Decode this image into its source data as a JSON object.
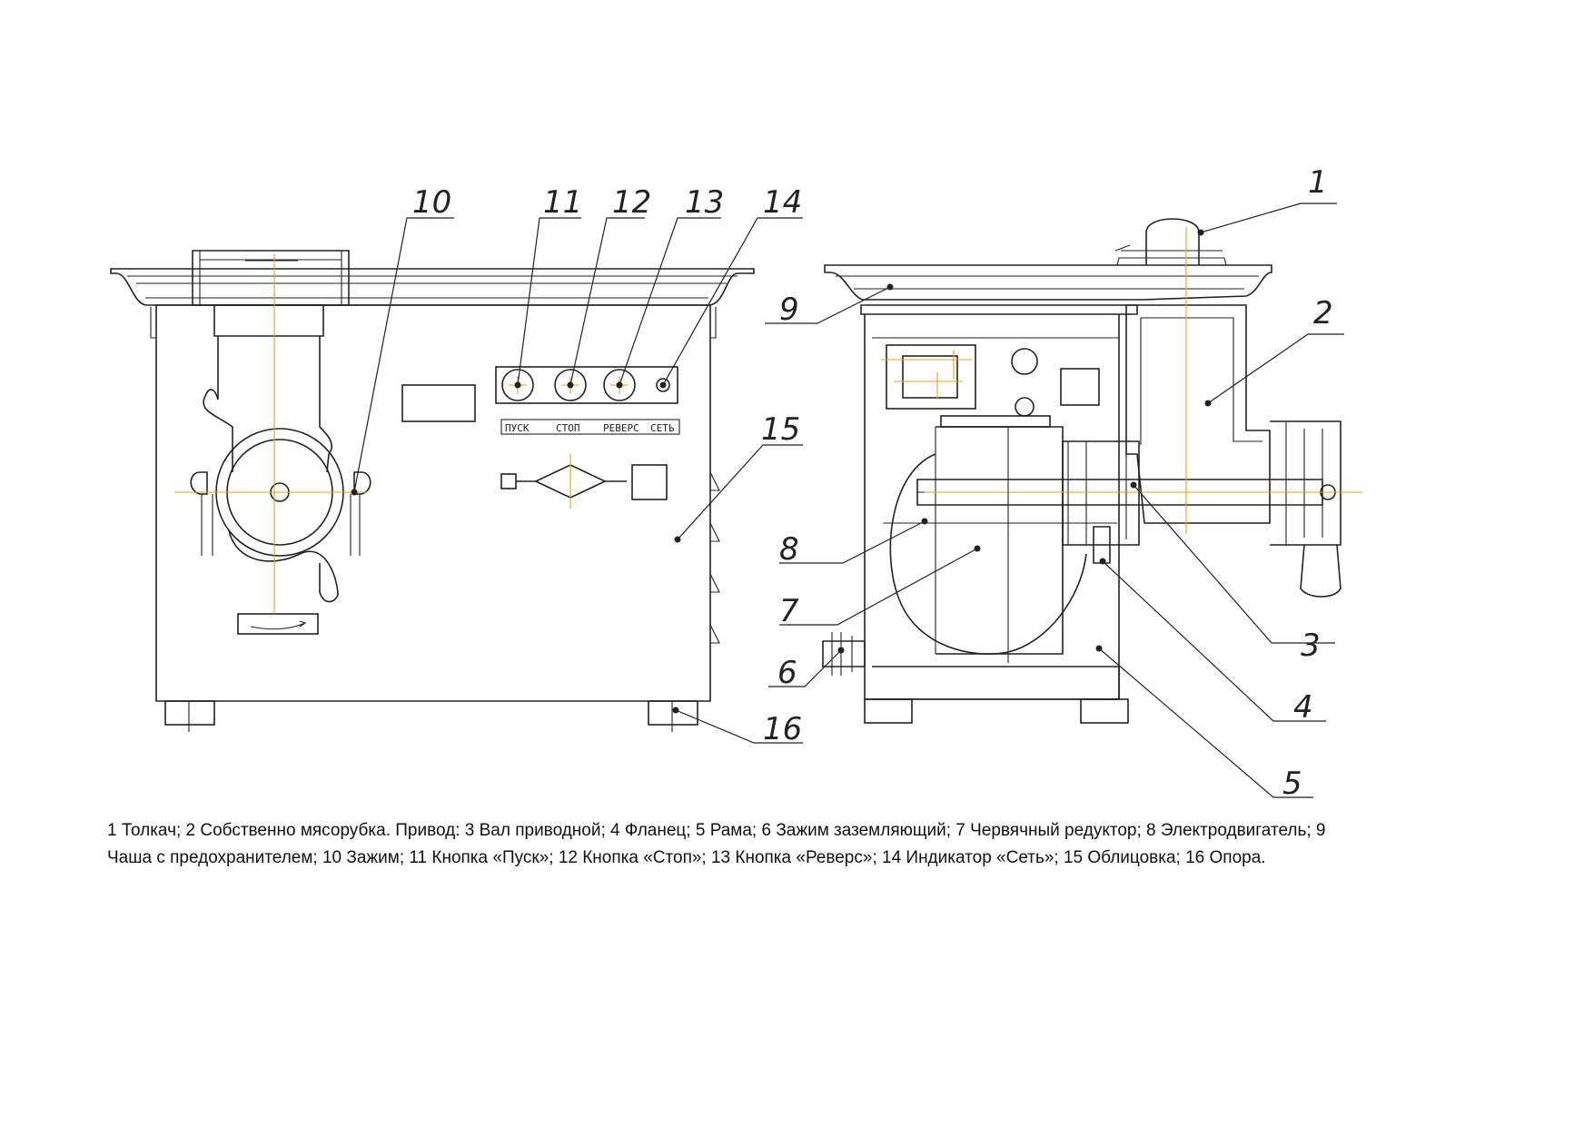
{
  "callouts": [
    "1",
    "2",
    "3",
    "4",
    "5",
    "6",
    "7",
    "8",
    "9",
    "10",
    "11",
    "12",
    "13",
    "14",
    "15",
    "16"
  ],
  "panel_labels": [
    "ПУСК",
    "СТОП",
    "РЕВЕРС",
    "СЕТЬ"
  ],
  "caption": {
    "line1": "1 Толкач; 2 Собственно мясорубка. Привод: 3 Вал приводной; 4 Фланец; 5 Рама; 6 Зажим заземляющий; 7 Червячный редуктор; 8 Электродвигатель; 9",
    "line2": "Чаша с предохранителем; 10 Зажим; 11 Кнопка «Пуск»; 12 Кнопка «Стоп»; 13 Кнопка «Реверс»;  14 Индикатор «Сеть»; 15 Облицовка; 16 Опора."
  }
}
